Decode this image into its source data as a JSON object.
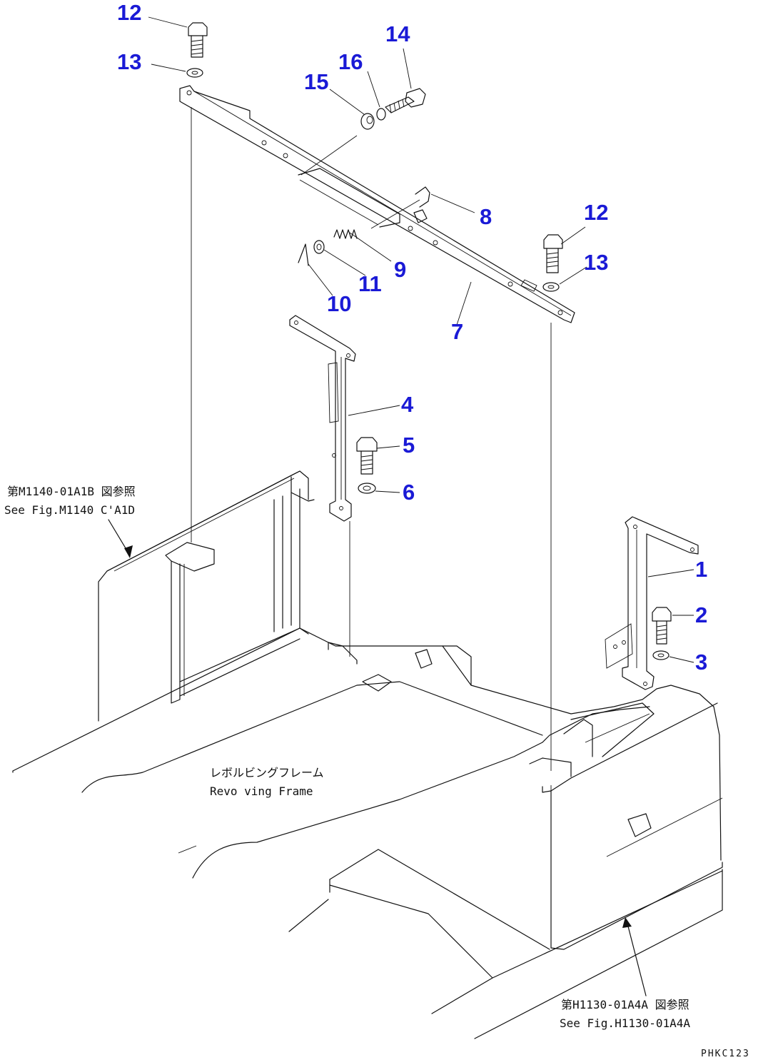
{
  "colors": {
    "callout": "#1a1ad6",
    "line": "#111111"
  },
  "callouts": {
    "c12a": "12",
    "c13a": "13",
    "c14": "14",
    "c15": "15",
    "c16": "16",
    "c8": "8",
    "c12b": "12",
    "c13b": "13",
    "c9": "9",
    "c11": "11",
    "c10": "10",
    "c7": "7",
    "c4": "4",
    "c5": "5",
    "c6": "6",
    "c1": "1",
    "c2": "2",
    "c3": "3"
  },
  "notes": {
    "ref_left_jp": "第M1140-01A1B 図参照",
    "ref_left_en": "See Fig.M1140 C'A1D",
    "frame_jp": "レボルビングフレーム",
    "frame_en": "Revo ving Frame",
    "ref_right_jp": "第H1130-01A4A 図参照",
    "ref_right_en": "See Fig.H1130-01A4A",
    "drawing_code": "PHKC123"
  }
}
